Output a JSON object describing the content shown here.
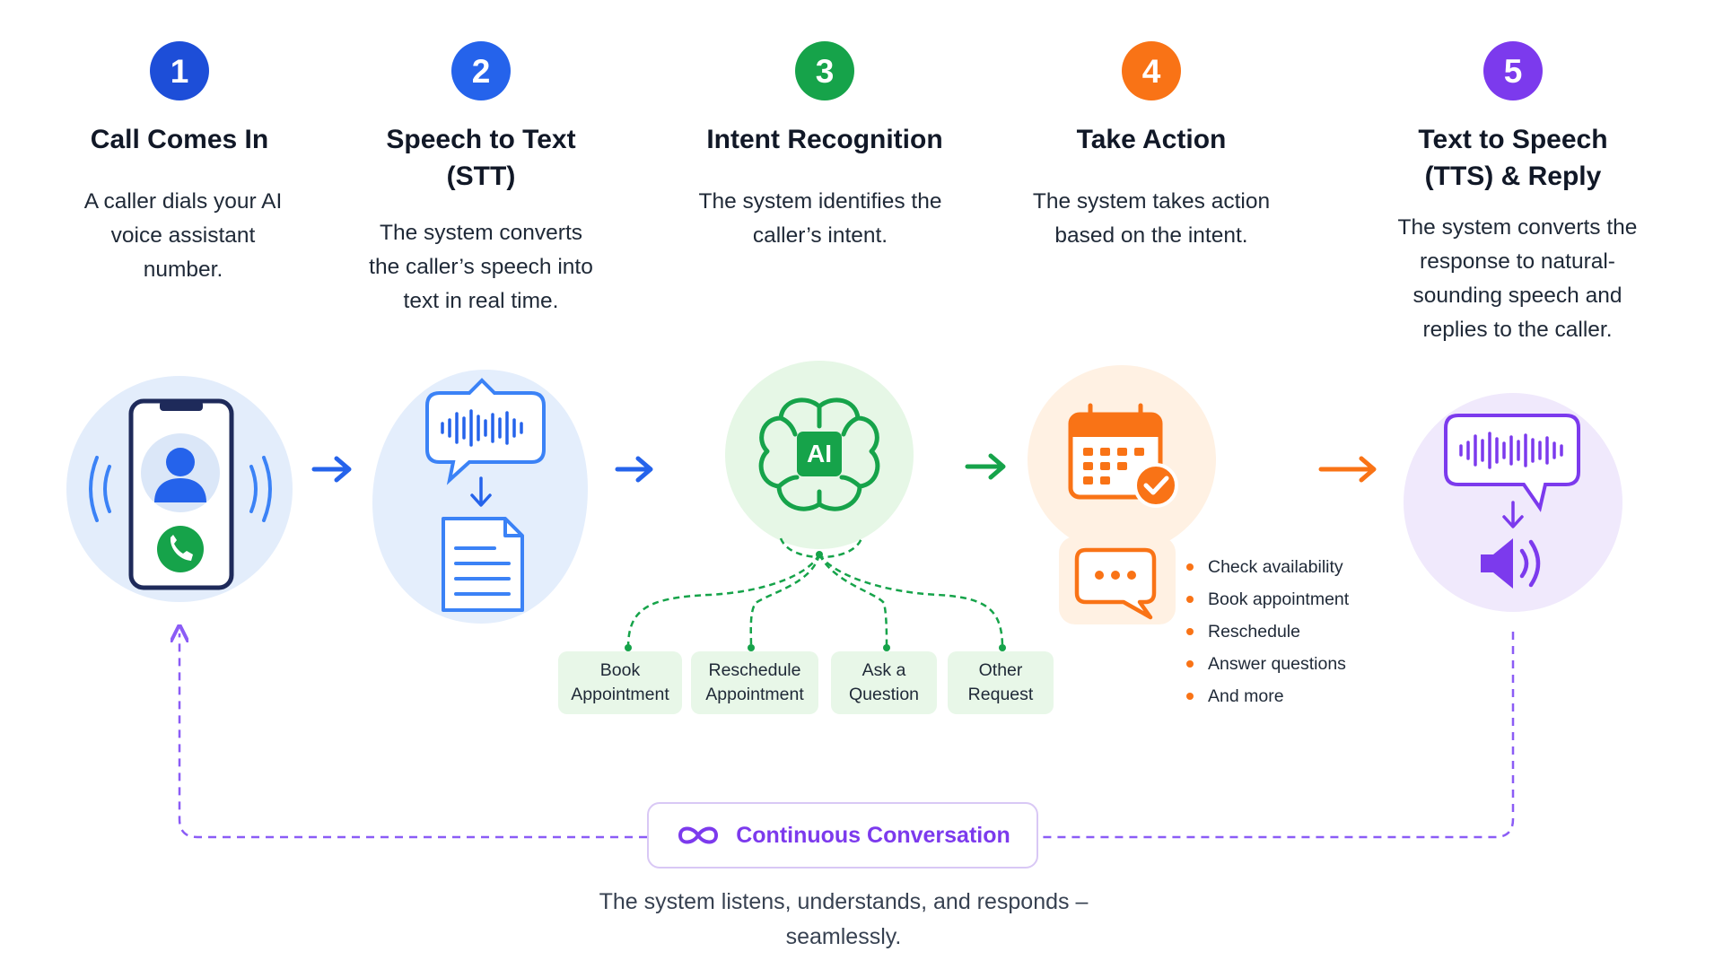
{
  "steps": [
    {
      "number": "1",
      "title": "Call Comes In",
      "description": "A caller dials your AI voice assistant number.",
      "color": "#1d4ed8"
    },
    {
      "number": "2",
      "title": "Speech to Text (STT)",
      "description": "The system converts the caller’s speech into text in real time.",
      "color": "#2563eb"
    },
    {
      "number": "3",
      "title": "Intent Recognition",
      "description": "The system identifies the caller’s intent.",
      "color": "#16a34a"
    },
    {
      "number": "4",
      "title": "Take Action",
      "description": "The system takes action based on the intent.",
      "color": "#f97316"
    },
    {
      "number": "5",
      "title": "Text to Speech (TTS) & Reply",
      "description": "The system converts the response to natural-sounding speech and replies to the caller.",
      "color": "#7c3aed"
    }
  ],
  "intents": [
    "Book Appointment",
    "Reschedule Appointment",
    "Ask a Question",
    "Other Request"
  ],
  "ai_label": "AI",
  "actions": [
    "Check availability",
    "Book appointment",
    "Reschedule",
    "Answer questions",
    "And more"
  ],
  "loop": {
    "label": "Continuous Conversation",
    "caption": "The system listens, understands, and responds – seamlessly."
  },
  "icons": [
    "phone-icon",
    "user-icon",
    "call-icon",
    "sound-wave-icon",
    "speech-bubble-icon",
    "document-icon",
    "brain-icon",
    "calendar-icon",
    "check-icon",
    "chat-bubble-icon",
    "speaker-icon",
    "infinity-icon"
  ],
  "colors": {
    "blue": "#2563eb",
    "navy": "#1e3a8a",
    "green": "#16a34a",
    "orange": "#f97316",
    "purple": "#7c3aed"
  }
}
